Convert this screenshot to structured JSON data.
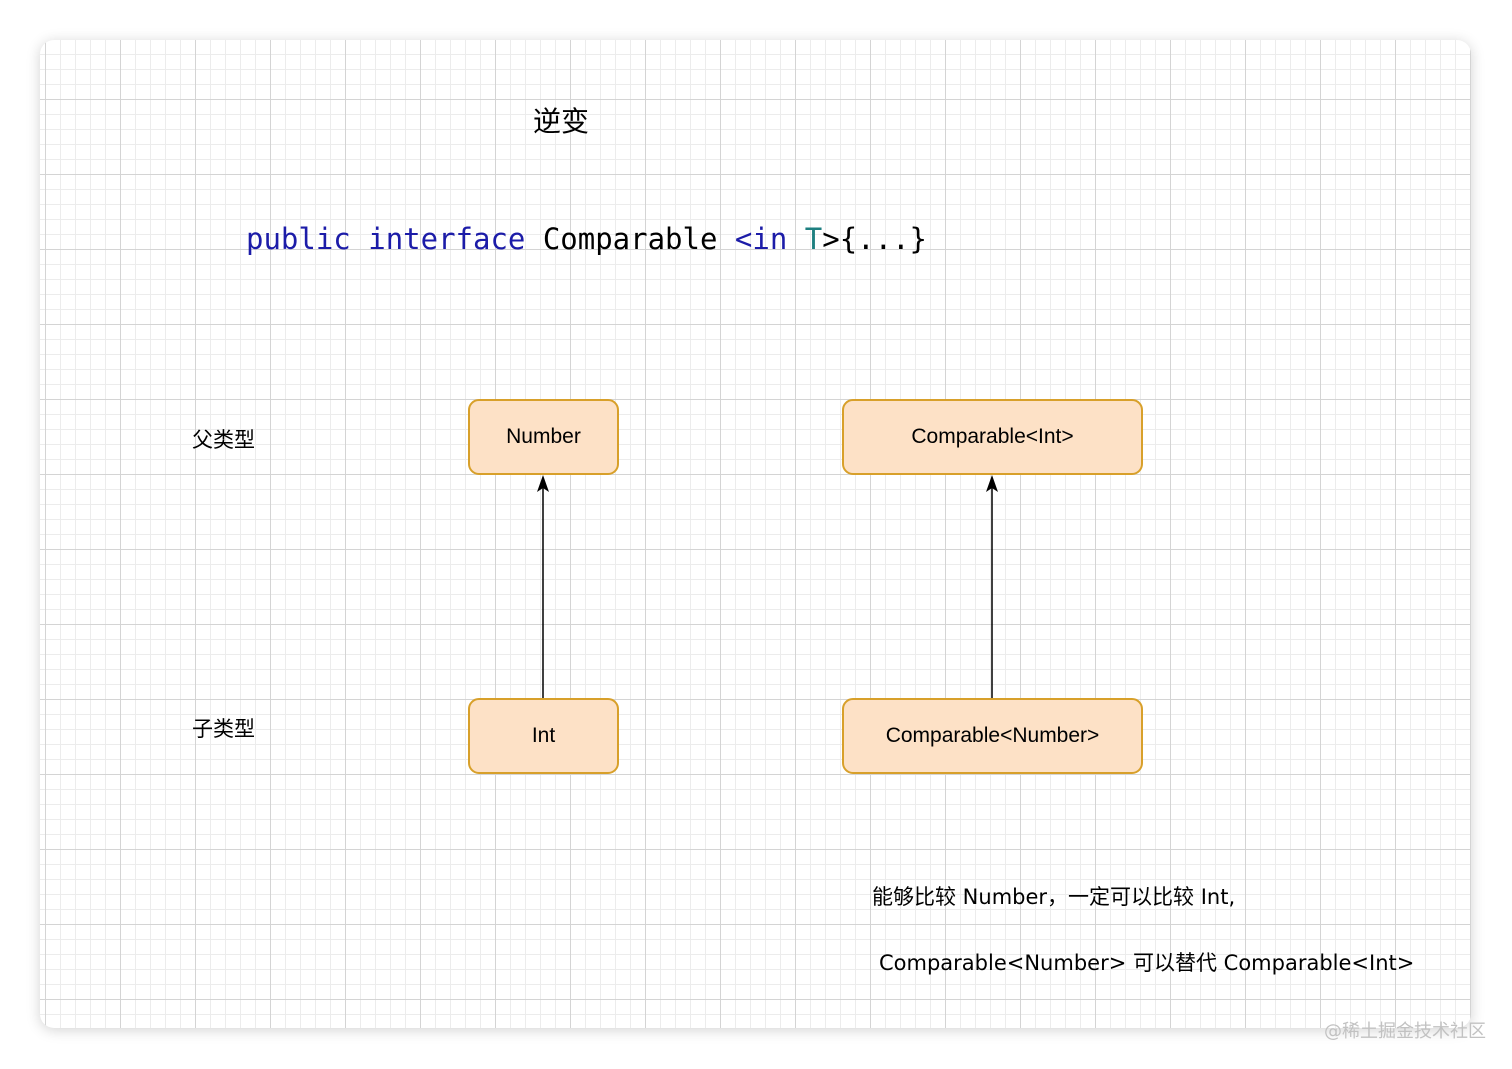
{
  "title": "逆变",
  "code": {
    "kw_public": "public",
    "kw_interface": "interface",
    "name": "Comparable",
    "lt_in": "<in",
    "type_param": "T",
    "rest": ">{...}"
  },
  "labels": {
    "parent": "父类型",
    "child": "子类型"
  },
  "nodes": {
    "number": "Number",
    "int": "Int",
    "comparable_int": "Comparable<Int>",
    "comparable_number": "Comparable<Number>"
  },
  "notes": {
    "line1": "能够比较 Number，一定可以比较 Int,",
    "line2": "Comparable<Number> 可以替代 Comparable<Int>"
  },
  "watermark": "@稀土掘金技术社区",
  "colors": {
    "node_fill": "#fde1c6",
    "node_stroke": "#d8a02a",
    "keyword": "#1c1ca8",
    "type_param": "#1e7f80"
  }
}
